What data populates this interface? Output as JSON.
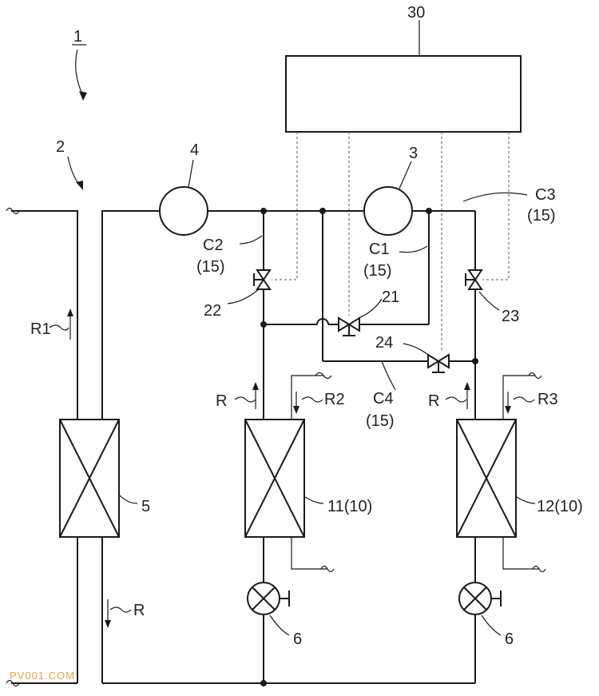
{
  "labels": {
    "system": "1",
    "flow_path": "2",
    "controller": "30",
    "pump_main": "4",
    "pump_sub": "3",
    "c1": "C1",
    "c1_sub": "(15)",
    "c2": "C2",
    "c2_sub": "(15)",
    "c3": "C3",
    "c3_sub": "(15)",
    "c4": "C4",
    "c4_sub": "(15)",
    "valve_21": "21",
    "valve_22": "22",
    "valve_23": "23",
    "valve_24": "24",
    "r1": "R1",
    "r_left_bottom": "R",
    "r_mid": "R",
    "r2": "R2",
    "r_right": "R",
    "r3": "R3",
    "hx_5": "5",
    "hx_11": "11(10)",
    "hx_12": "12(10)",
    "valve_6_left": "6",
    "valve_6_right": "6",
    "watermark": "PV001.COM"
  }
}
